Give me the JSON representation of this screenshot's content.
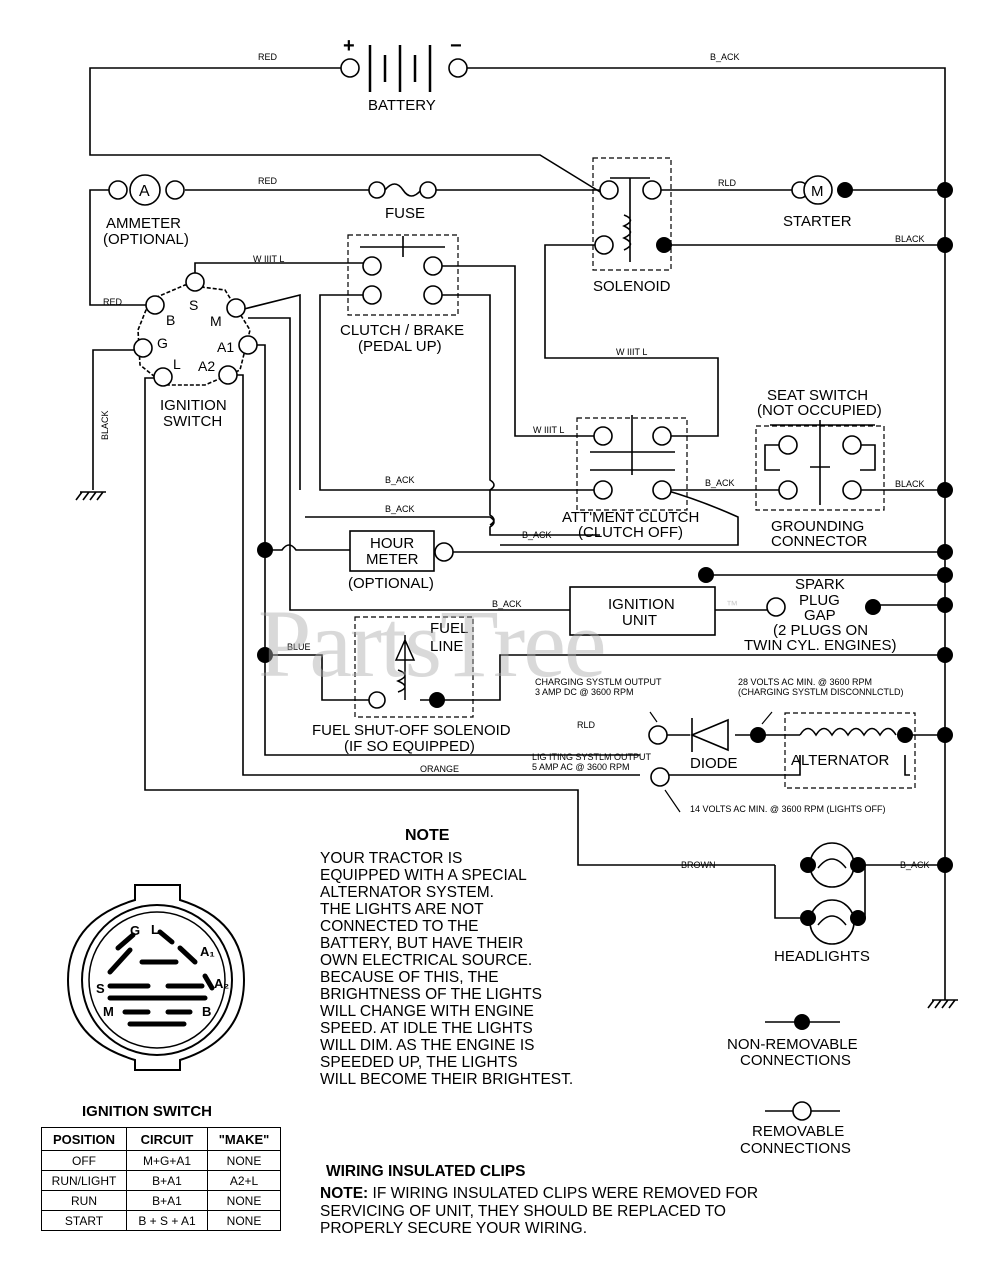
{
  "components": {
    "battery": "BATTERY",
    "battery_plus": "+",
    "battery_minus": "−",
    "ammeter": "AMMETER",
    "ammeter_optional": "(OPTIONAL)",
    "ammeter_symbol": "A",
    "fuse": "FUSE",
    "solenoid": "SOLENOID",
    "starter": "STARTER",
    "starter_symbol": "M",
    "clutch_brake": "CLUTCH / BRAKE",
    "clutch_brake_sub": "(PEDAL UP)",
    "ignition_switch": "IGNITION",
    "ignition_switch_sub": "SWITCH",
    "seat_switch": "SEAT SWITCH",
    "seat_switch_sub": "(NOT OCCUPIED)",
    "grounding_connector": "GROUNDING",
    "grounding_connector_sub": "CONNECTOR",
    "attment_clutch": "ATT'MENT CLUTCH",
    "attment_clutch_sub": "(CLUTCH OFF)",
    "hour_meter": "HOUR",
    "hour_meter_sub": "METER",
    "hour_meter_optional": "(OPTIONAL)",
    "ignition_unit": "IGNITION",
    "ignition_unit_sub": "UNIT",
    "spark_plug_gap": [
      "SPARK",
      "PLUG",
      "GAP",
      "(2 PLUGS ON",
      "TWIN CYL. ENGINES)"
    ],
    "fuel_line": "FUEL",
    "fuel_line_sub": "LINE",
    "fuel_shutoff": "FUEL SHUT-OFF SOLENOID",
    "fuel_shutoff_sub": "(IF SO EQUIPPED)",
    "diode": "DIODE",
    "alternator": "ALTERNATOR",
    "headlights": "HEADLIGHTS",
    "non_removable": "NON-REMOVABLE",
    "non_removable_sub": "CONNECTIONS",
    "removable": "REMOVABLE",
    "removable_sub": "CONNECTIONS"
  },
  "terminals": {
    "S": "S",
    "B": "B",
    "M": "M",
    "G": "G",
    "L": "L",
    "A1": "A1",
    "A2": "A2"
  },
  "wires": {
    "red_top": "RED",
    "black_top": "B_ACK",
    "red_fuse": "RED",
    "red_starter": "RLD",
    "black_solenoid": "BLACK",
    "white_top": "W IIIT L",
    "red_ign": "RED",
    "white_mid": "W IIIT L",
    "black_vert": "BLACK",
    "white_clutch": "W IIIT L",
    "black_clutch1": "B_ACK",
    "black_clutch2": "B_ACK",
    "black_clutch3": "B_ACK",
    "black_seat": "B_ACK",
    "black_right": "BLACK",
    "black_ign_unit": "B_ACK",
    "blue": "BLUE",
    "red_diode": "RLD",
    "orange": "ORANGE",
    "brown": "BROWN",
    "black_headlight": "B_ACK"
  },
  "charging": {
    "output_1": "CHARGING SYSTLM OUTPUT",
    "output_2": "3 AMP DC @ 3600 RPM",
    "ac_1": "28 VOLTS AC MIN. @ 3600 RPM",
    "ac_2": "(CHARGING SYSTLM DISCONNLCTLD)",
    "lighting_1": "LIG ITING SYSTLM OUTPUT",
    "lighting_2": "5 AMP AC @ 3600 RPM",
    "lights_off": "14 VOLTS AC MIN. @ 3600 RPM (LIGHTS OFF)"
  },
  "note": {
    "title": "NOTE",
    "lines": [
      "YOUR TRACTOR IS",
      "EQUIPPED WITH A SPECIAL",
      "ALTERNATOR SYSTEM.",
      "THE LIGHTS ARE NOT",
      "CONNECTED TO THE",
      "BATTERY, BUT HAVE THEIR",
      "OWN ELECTRICAL SOURCE.",
      "BECAUSE OF THIS, THE",
      "BRIGHTNESS OF THE LIGHTS",
      "WILL CHANGE WITH ENGINE",
      "SPEED.  AT IDLE THE LIGHTS",
      "WILL DIM.  AS THE ENGINE IS",
      "SPEEDED UP, THE LIGHTS",
      "WILL BECOME THEIR BRIGHTEST."
    ]
  },
  "wiring_clips": {
    "title": "WIRING INSULATED CLIPS",
    "note_label": "NOTE:",
    "lines": [
      "IF WIRING INSULATED CLIPS WERE REMOVED FOR",
      "SERVICING OF UNIT, THEY SHOULD BE REPLACED TO",
      "PROPERLY SECURE YOUR WIRING."
    ]
  },
  "switch_face": {
    "title": "IGNITION SWITCH",
    "labels": [
      "G",
      "L",
      "A₁",
      "A₂",
      "S",
      "M",
      "B"
    ]
  },
  "switch_table": {
    "headers": [
      "POSITION",
      "CIRCUIT",
      "\"MAKE\""
    ],
    "rows": [
      [
        "OFF",
        "M+G+A1",
        "NONE"
      ],
      [
        "RUN/LIGHT",
        "B+A1",
        "A2+L"
      ],
      [
        "RUN",
        "B+A1",
        "NONE"
      ],
      [
        "START",
        "B + S + A1",
        "NONE"
      ]
    ]
  },
  "watermark": "PartsTree",
  "watermark_tm": "™"
}
